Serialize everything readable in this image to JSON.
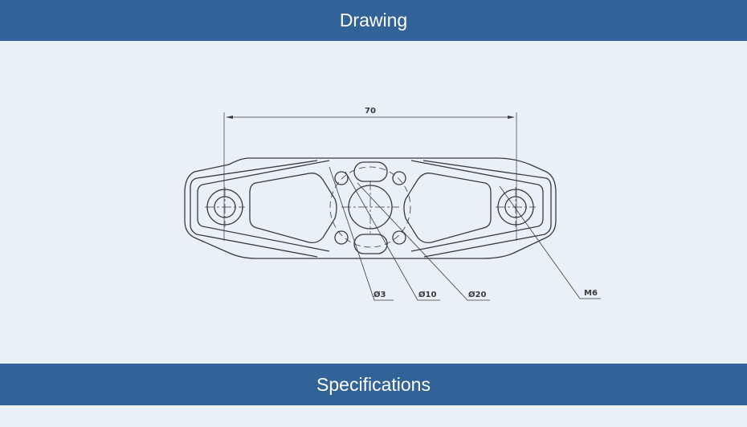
{
  "header": {
    "title": "Drawing"
  },
  "footer_section": {
    "title": "Specifications"
  },
  "drawing": {
    "dimension_overall": "70",
    "callouts": [
      {
        "label": "Ø3"
      },
      {
        "label": "Ø10"
      },
      {
        "label": "Ø20"
      },
      {
        "label": "M6"
      }
    ]
  },
  "colors": {
    "bar": "#326398",
    "background": "#eaf0f8",
    "line": "#3a3a3a"
  }
}
